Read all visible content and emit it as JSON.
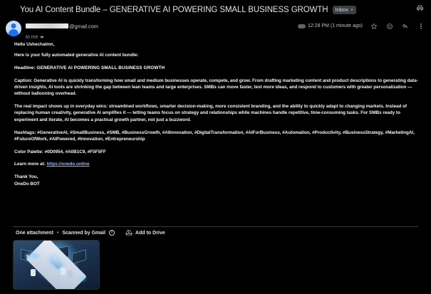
{
  "subject": {
    "text": "You AI Content Bundle – GENERATIVE AI POWERING SMALL BUSINESS GROWTH",
    "label": "Inbox",
    "label_close": "×",
    "print_icon": "print-icon"
  },
  "sender": {
    "name_redacted": "",
    "email": "@gmail.com",
    "to_line": "to me",
    "timestamp": "12:28 PM (1 minute ago)",
    "icons": {
      "star": "star-icon",
      "emoji": "emoji-icon",
      "reply": "reply-icon",
      "more": "more-vert-icon"
    }
  },
  "body": {
    "greeting": "Hello Ushechalmn,",
    "intro": "Here is your fully automated generative AI content bundle:",
    "headline": "Headline: GENERATIVE AI POWERING SMALL BUSINESS GROWTH",
    "caption": "Caption: Generative AI is quickly transforming how small and medium businesses operate, compete, and grow. From drafting marketing content and product descriptions to generating data-driven insights, AI tools are shrinking the gap between lean teams and large enterprises. SMBs can move faster, test more ideas, and respond to customers with greater personalization — without ballooning overhead.",
    "paragraph": "The real impact shows up in everyday wins: streamlined workflows, smarter decision-making, more consistent branding, and the ability to quickly adapt to changing markets. Instead of replacing human creativity, generative AI amplifies it — letting teams focus on strategy and relationships while machines handle repetitive, time-consuming tasks. For SMBs ready to experiment and iterate, AI becomes a practical growth partner, not just a buzzword.",
    "hashtags": "Hashtags: #GenerativeAI, #SmallBusiness, #SMB, #BusinessGrowth, #AIInnovation, #DigitalTransformation, #AIForBusiness, #Automation, #Productivity, #BusinessStrategy, #MarketingAI, #FutureOfWork, #AIPowered, #Innovation, #Entrepreneurship",
    "color_palette": "Color Palette: #0D0954, #A0B1C9, #F5F5FF",
    "learn_more_label": "Learn more at:",
    "learn_more_link": "https://onedo.online",
    "signoff": "Thank You,",
    "signature": "OneDo BOT"
  },
  "attachment": {
    "count_text": "One attachment",
    "separator": "•",
    "scanned_text": "Scanned by Gmail",
    "info_icon": "info-icon",
    "add_to_drive": "Add to Drive",
    "drive_icon": "google-drive-icon",
    "thumbnail_alt": "isometric-ai-office-illustration"
  },
  "colors": {
    "background": "#000000",
    "text": "#f1f3f4",
    "link": "#8ab4f8",
    "chip_bg": "#3c4043",
    "avatar_bg": "#c9ddfb",
    "avatar_fg": "#1a73e8"
  }
}
